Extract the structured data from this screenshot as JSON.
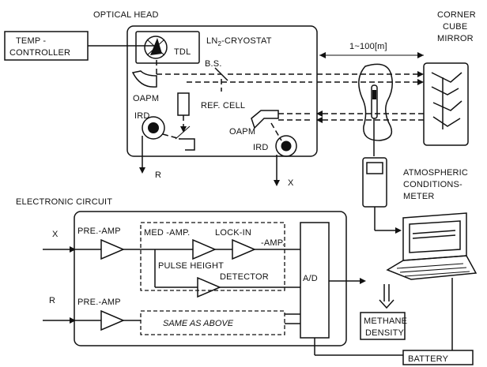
{
  "labels": {
    "optical_head": "OPTICAL HEAD",
    "temp_controller_1": "TEMP -",
    "temp_controller_2": "CONTROLLER",
    "tdl": "TDL",
    "ln2_cryostat_prefix": "LN",
    "ln2_cryostat_sub": "2",
    "ln2_cryostat_suffix": "-CRYOSTAT",
    "bs": "B.S.",
    "oapm_1": "OAPM",
    "ref_cell": "REF. CELL",
    "ird_1": "IRD",
    "oapm_2": "OAPM",
    "ird_2": "IRD",
    "r_out": "R",
    "x_out": "X",
    "distance": "1~100[m]",
    "corner_cube_1": "CORNER",
    "corner_cube_2": "CUBE",
    "corner_cube_3": "MIRROR",
    "atmospheric_1": "ATMOSPHERIC",
    "atmospheric_2": "CONDITIONS-",
    "atmospheric_3": "METER",
    "electronic_circuit": "ELECTRONIC CIRCUIT",
    "x_in": "X",
    "r_in": "R",
    "pre_amp_1": "PRE.-AMP",
    "pre_amp_2": "PRE.-AMP",
    "med_amp": "MED -AMP.",
    "lock_in_1": "LOCK-IN",
    "lock_in_2": "-AMP.",
    "pulse_height_1": "PULSE HEIGHT",
    "pulse_height_2": "DETECTOR",
    "same_as_above": "SAME AS ABOVE",
    "ad": "A/D",
    "methane_1": "METHANE",
    "methane_2": "DENSITY",
    "battery": "BATTERY"
  }
}
